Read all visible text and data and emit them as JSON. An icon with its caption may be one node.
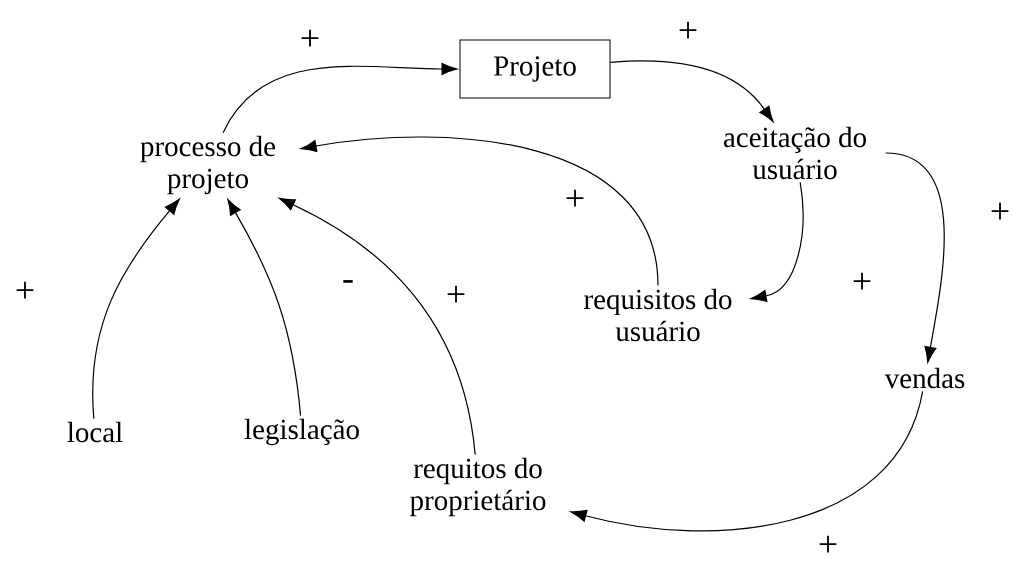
{
  "diagram": {
    "nodes": [
      {
        "text": [
          "Projeto"
        ]
      },
      {
        "text": [
          "processo de projeto"
        ]
      },
      {
        "text": [
          "aceitação do usuário"
        ]
      },
      {
        "text": [
          "requisitos do usuário"
        ]
      },
      {
        "text": [
          "vendas"
        ]
      },
      {
        "text": [
          "local"
        ]
      },
      {
        "text": [
          "legislação"
        ]
      },
      {
        "text": [
          "requitos do proprietário"
        ]
      }
    ],
    "edges": [
      {
        "from": 1,
        "to": 0,
        "arrow": "to",
        "label": "+"
      },
      {
        "from": 0,
        "to": 2,
        "arrow": "to",
        "label": "+"
      },
      {
        "from": 3,
        "to": 1,
        "arrow": "to",
        "label": "+"
      },
      {
        "from": 2,
        "to": 3,
        "arrow": "to",
        "label": "+"
      },
      {
        "from": 2,
        "to": 4,
        "arrow": "to",
        "label": "+"
      },
      {
        "from": 5,
        "to": 1,
        "arrow": "to",
        "label": "+"
      },
      {
        "from": 6,
        "to": 1,
        "arrow": "to",
        "label": "-"
      },
      {
        "from": 7,
        "to": 1,
        "arrow": "to",
        "label": "+"
      },
      {
        "from": 4,
        "to": 7,
        "arrow": "to",
        "label": "+"
      }
    ]
  }
}
